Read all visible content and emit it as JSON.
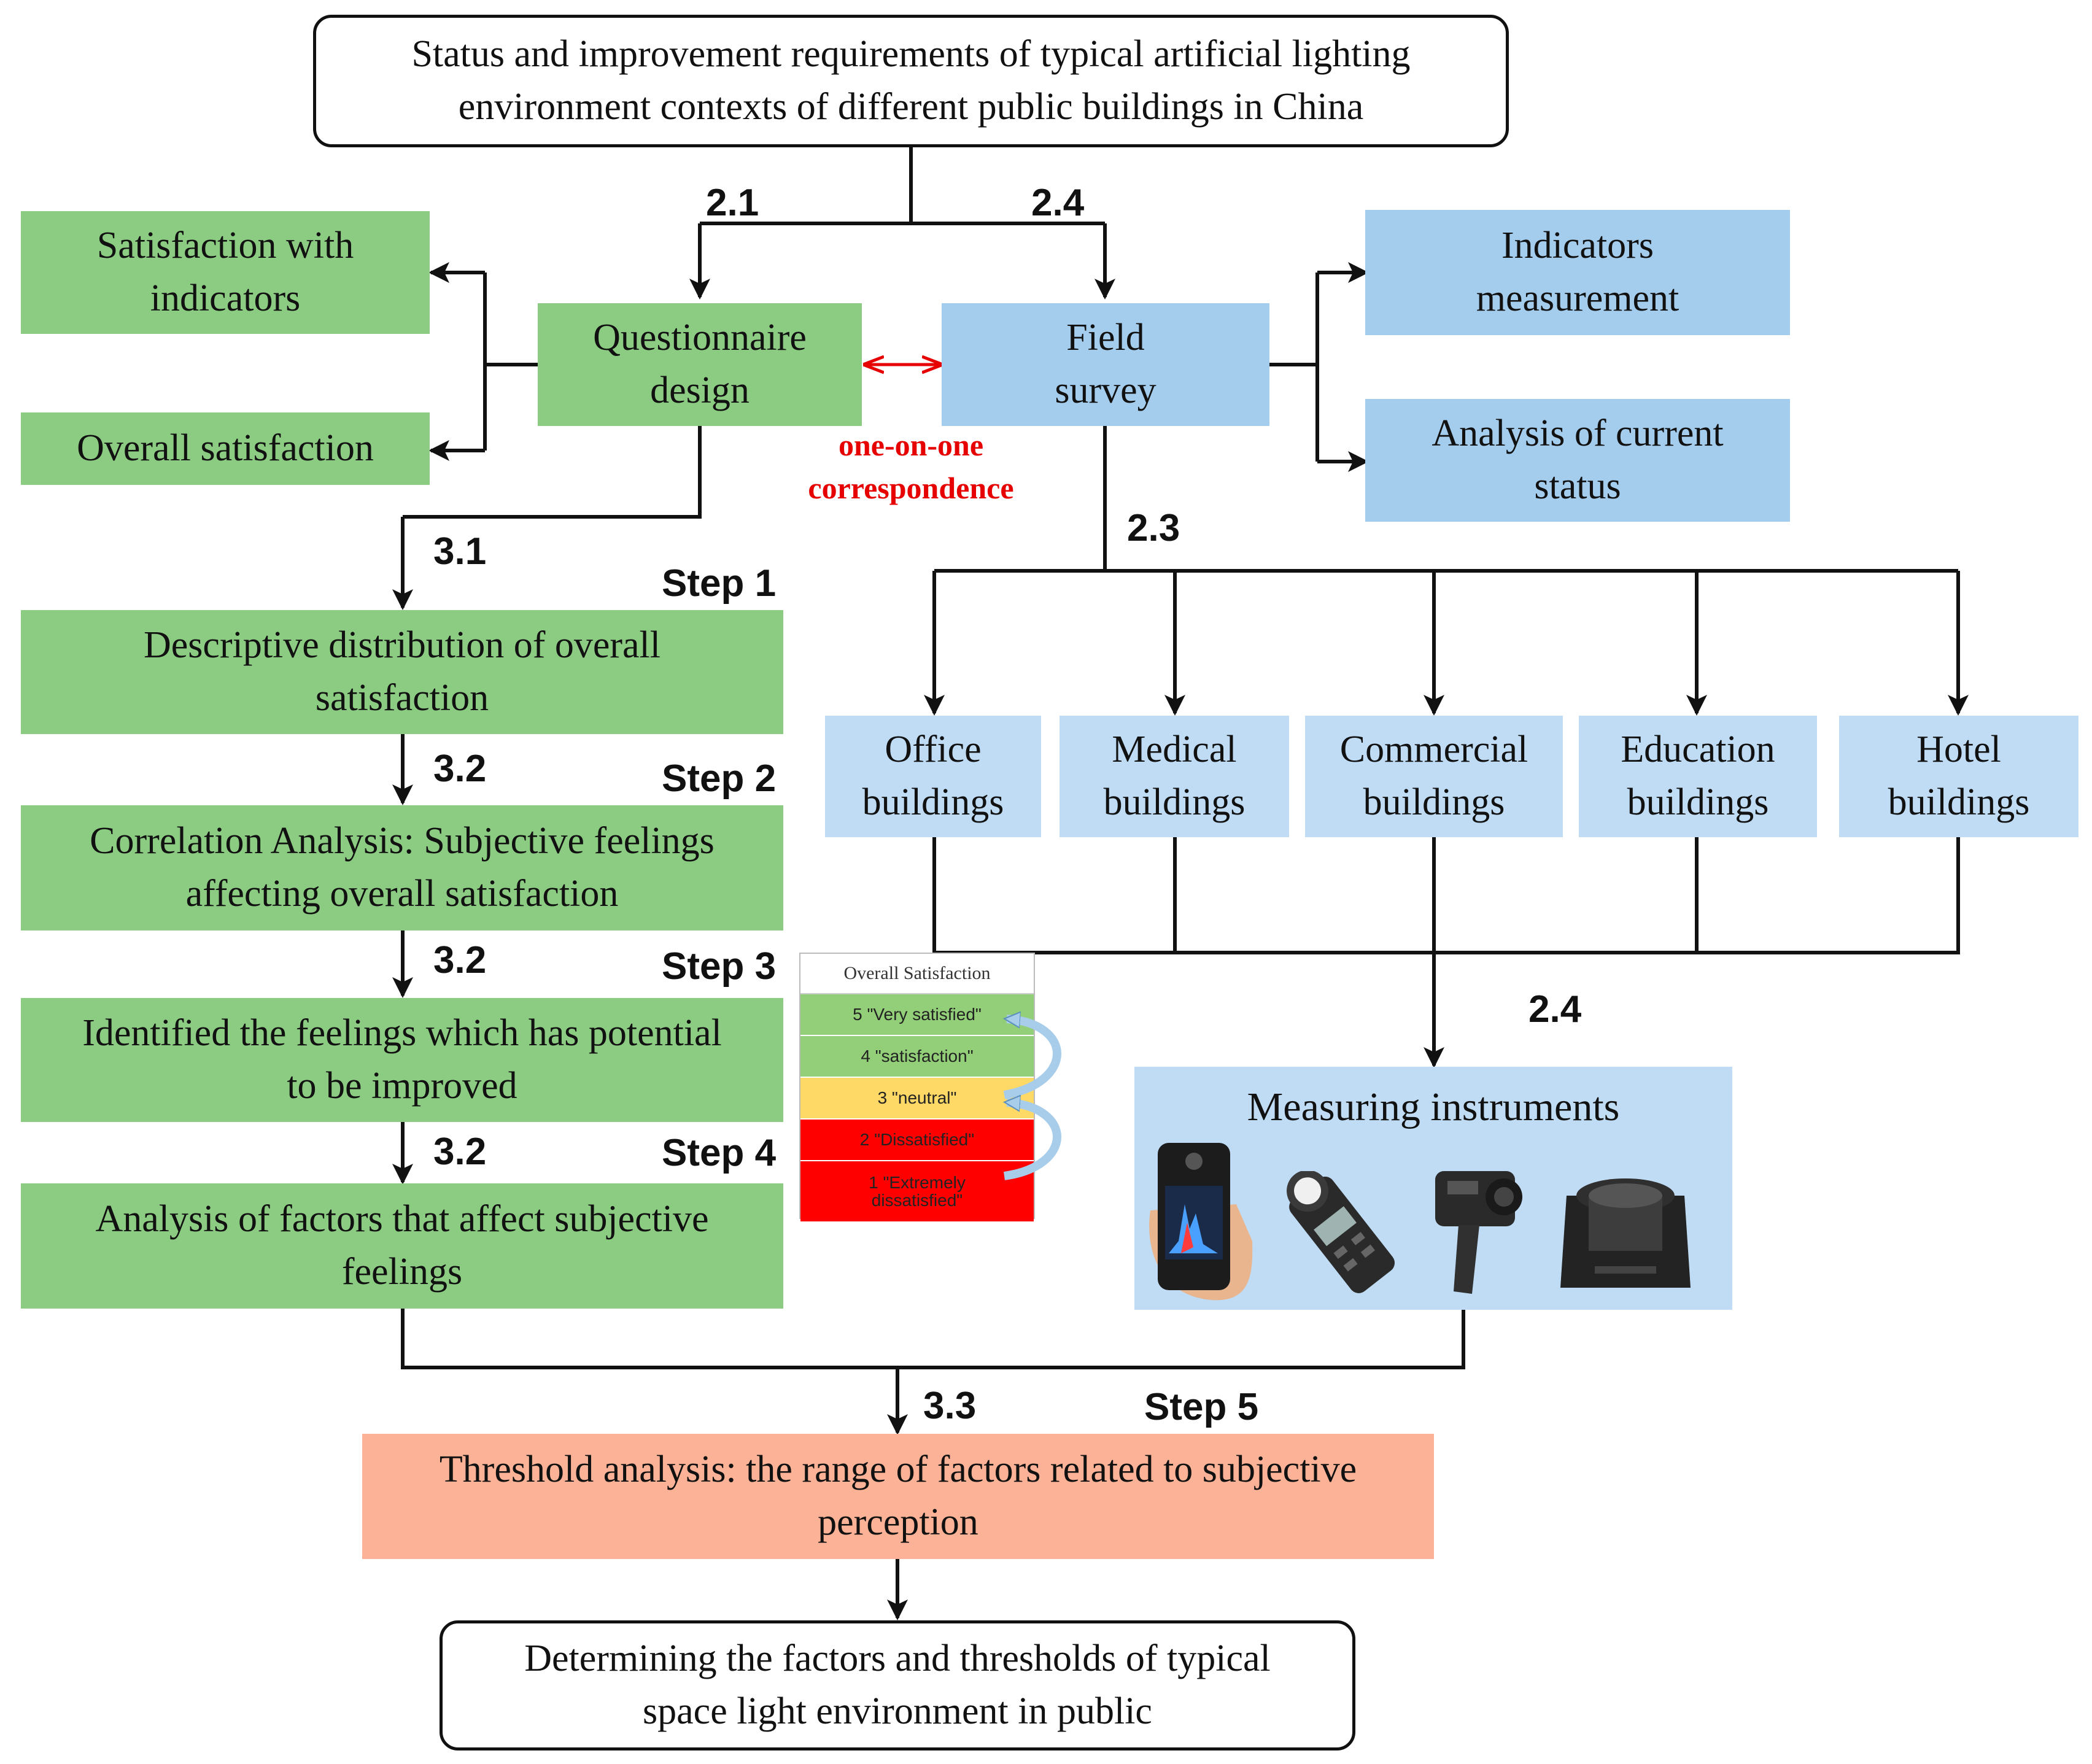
{
  "boxes": {
    "top": "Status and improvement requirements of typical artificial lighting\nenvironment contexts of different public buildings in China",
    "sat_indicators": "Satisfaction with\nindicators",
    "overall_sat": "Overall satisfaction",
    "questionnaire": "Questionnaire\ndesign",
    "field_survey": "Field\nsurvey",
    "indicators_measurement": "Indicators\nmeasurement",
    "analysis_current": "Analysis of current\nstatus",
    "step1_box": "Descriptive distribution of overall\nsatisfaction",
    "step2_box": "Correlation Analysis: Subjective feelings\naffecting overall satisfaction",
    "step3_box": "Identified the feelings which has potential\nto be improved",
    "step4_box": "Analysis of factors that affect subjective\nfeelings",
    "threshold": "Threshold analysis: the range of factors related to subjective\nperception",
    "final": "Determining the factors and thresholds of typical\nspace light environment in public"
  },
  "buildings": [
    "Office\nbuildings",
    "Medical\nbuildings",
    "Commercial\nbuildings",
    "Education\nbuildings",
    "Hotel\nbuildings"
  ],
  "correspondence": "one-on-one\ncorrespondence",
  "labels": {
    "l21": "2.1",
    "l24a": "2.4",
    "l23": "2.3",
    "l24b": "2.4",
    "l31": "3.1",
    "l32a": "3.2",
    "l32b": "3.2",
    "l32c": "3.2",
    "l33": "3.3",
    "step1": "Step 1",
    "step2": "Step 2",
    "step3": "Step 3",
    "step4": "Step 4",
    "step5": "Step 5"
  },
  "satisfaction_scale": {
    "title": "Overall Satisfaction",
    "rows": [
      {
        "label": "5   \"Very satisfied\"",
        "color": "#92cf78"
      },
      {
        "label": "4   \"satisfaction\"",
        "color": "#92cf78"
      },
      {
        "label": "3   \"neutral\"",
        "color": "#ffd966"
      },
      {
        "label": "2   \"Dissatisfied\"",
        "color": "#ff0000"
      },
      {
        "label": "1   \"Extremely",
        "label2": "dissatisfied\"",
        "color": "#ff0000"
      }
    ]
  },
  "instruments": {
    "title": "Measuring instruments",
    "icons": [
      "spectrometer-icon",
      "illuminance-meter-icon",
      "luminance-meter-icon",
      "flicker-meter-icon"
    ]
  },
  "colors": {
    "green": "#8ccb82",
    "blue": "#a4ccec",
    "light_blue": "#bfdcf4",
    "salmon": "#fbb296",
    "red": "#e60000"
  }
}
